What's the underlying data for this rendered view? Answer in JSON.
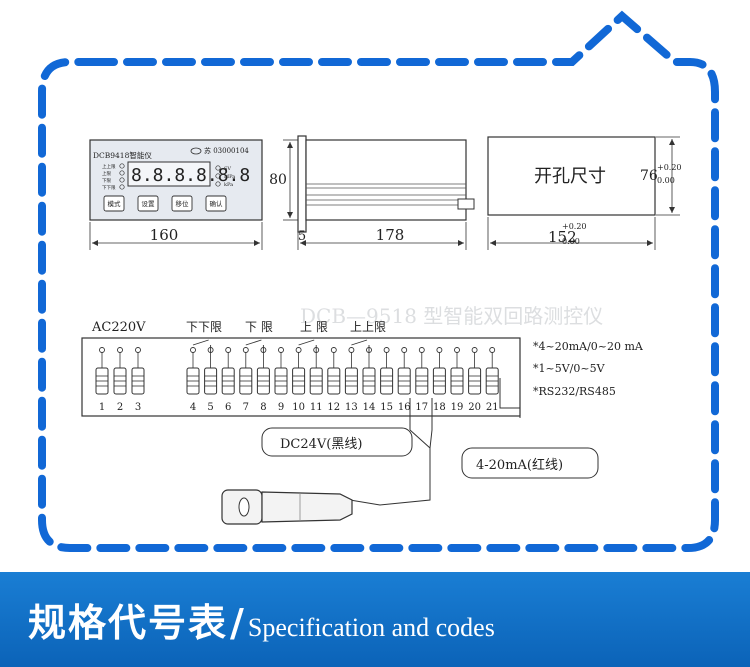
{
  "front_panel": {
    "model": "DCB9418智能仪",
    "cert": "苏 03000104",
    "display": "8.8.8.8.8.8",
    "leds_left": [
      "上上限",
      "上限",
      "下限",
      "下下限"
    ],
    "leds_right": [
      "SV",
      "MPa",
      "kPa"
    ],
    "buttons": [
      "模式",
      "设置",
      "移位",
      "确认"
    ]
  },
  "dimensions": {
    "front_width": "160",
    "front_height": "80",
    "bezel": "5",
    "depth": "178",
    "cutout_label": "开孔尺寸",
    "cutout_height": "76",
    "cutout_height_tol_upper": "+0.20",
    "cutout_height_tol_lower": "0.00",
    "cutout_width": "152",
    "cutout_width_tol_upper": "+0.20",
    "cutout_width_tol_lower": "0.00"
  },
  "wiring": {
    "power_label": "AC220V",
    "alarm_labels": [
      "下下限",
      "下 限",
      "上 限",
      "上上限"
    ],
    "terminals": [
      "1",
      "2",
      "3",
      "4",
      "5",
      "6",
      "7",
      "8",
      "9",
      "10",
      "11",
      "12",
      "13",
      "14",
      "15",
      "16",
      "17",
      "18",
      "19",
      "20",
      "21"
    ],
    "notes": [
      "*4~20mA/0~20 mA",
      "*1~5V/0~5V",
      "*RS232/RS485"
    ],
    "dc_label": "DC24V(黑线)",
    "signal_label": "4-20mA(红线)",
    "faded_title": "DCB—9518 型智能双回路测控仪"
  },
  "banner": {
    "title_cn": "规格代号表",
    "separator": "/",
    "title_en": "Specification and codes"
  },
  "colors": {
    "frame_blue": "#1168d6",
    "banner_blue": "#0b63b8",
    "panel_fill": "#e6eaf0"
  }
}
